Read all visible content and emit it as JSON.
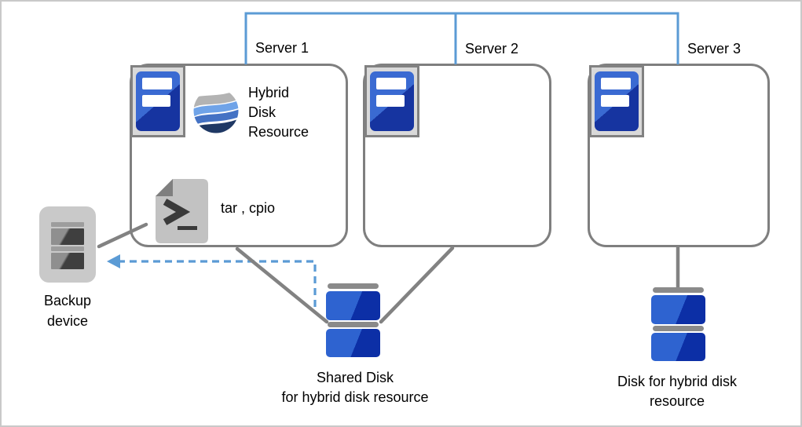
{
  "servers": [
    {
      "label": "Server 1"
    },
    {
      "label": "Server 2"
    },
    {
      "label": "Server 3"
    }
  ],
  "server1": {
    "resource_label": "Hybrid\nDisk\nResource",
    "tools_label": "tar , cpio"
  },
  "backup_device": {
    "label": "Backup\ndevice"
  },
  "shared_disk": {
    "label": "Shared Disk\nfor hybrid disk resource"
  },
  "hybrid_disk": {
    "label": "Disk for hybrid disk\nresource"
  },
  "icons": {
    "server": "server-icon",
    "hybrid_disk_resource": "hybrid-disk-resource-icon",
    "script_file": "script-file-icon",
    "backup_device": "backup-device-icon",
    "disk_stack": "disk-stack-icon"
  },
  "colors": {
    "connector_blue": "#5B9BD5",
    "box_border_gray": "#7F7F7F",
    "line_gray": "#828282",
    "server_blue_light": "#3A6AD2",
    "server_blue_dark": "#1634A0",
    "disk_blue_light": "#2E63D0",
    "disk_blue_dark": "#0C2FA6",
    "band_gray": "#B3B3B3",
    "band_light_blue": "#6FA3E8",
    "band_mid_blue": "#4472C4",
    "band_navy": "#1F3864",
    "icon_gray": "#C9C9C9"
  }
}
